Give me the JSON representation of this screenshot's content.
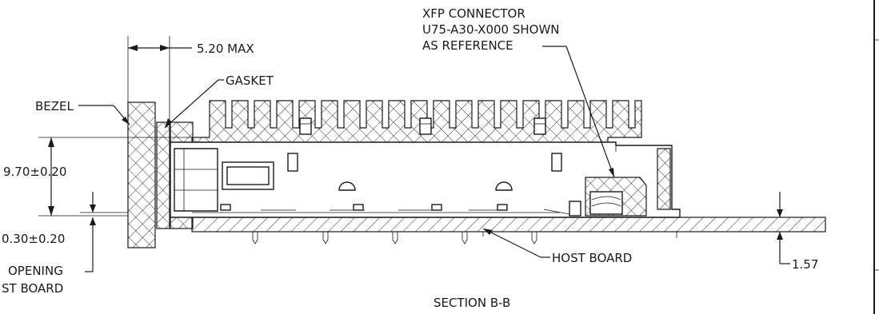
{
  "labels": {
    "bezel": "BEZEL",
    "gasket": "GASKET",
    "max_dim": "5.20 MAX",
    "xfp_line1": "XFP CONNECTOR",
    "xfp_line2": "U75-A30-X000 SHOWN",
    "xfp_line3": "AS REFERENCE",
    "height_dim": "9.70±0.20",
    "gap_dim": "0.30±0.20",
    "opening": "OPENING",
    "host_board_partial": "ST BOARD",
    "host_board": "HOST BOARD",
    "board_thickness": "1.57",
    "section": "SECTION B-B"
  }
}
